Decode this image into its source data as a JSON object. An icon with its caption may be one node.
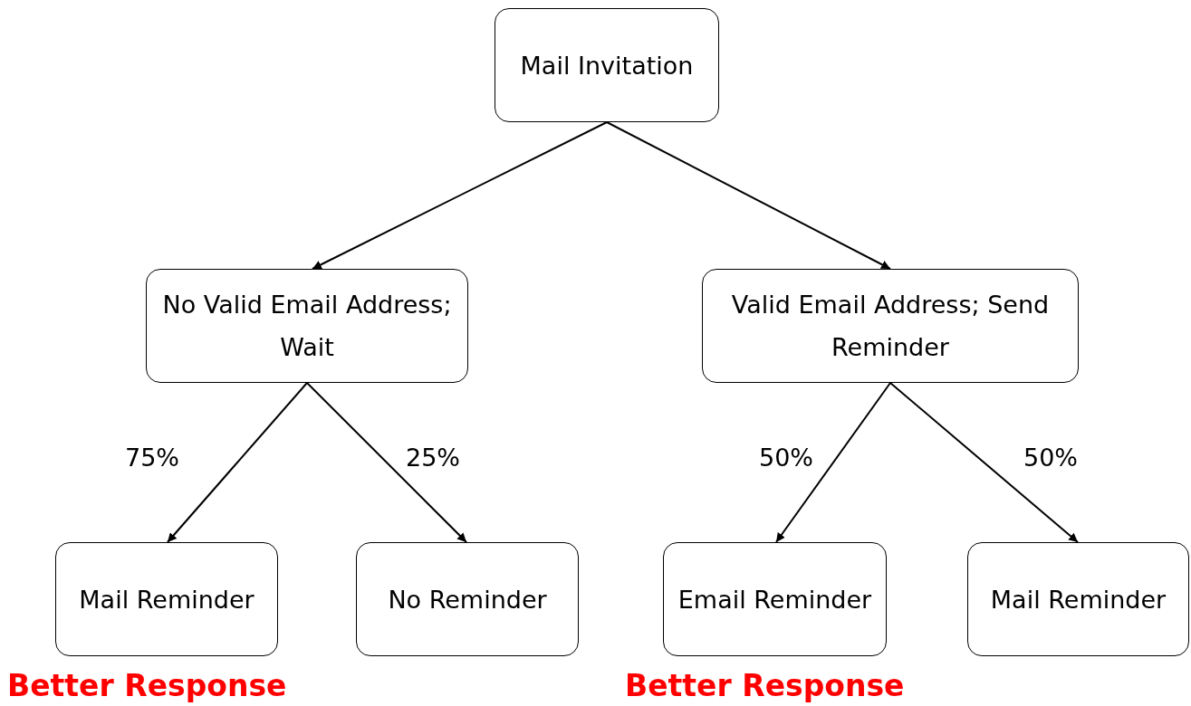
{
  "diagram": {
    "nodes": [
      {
        "text": [
          "Mail Invitation"
        ]
      },
      {
        "text": [
          "No Valid Email Address; Wait"
        ]
      },
      {
        "text": [
          "Valid Email Address; Send Reminder"
        ]
      },
      {
        "text": [
          "Mail Reminder"
        ],
        "beside": [
          "Better Response"
        ]
      },
      {
        "text": [
          "No Reminder"
        ]
      },
      {
        "text": [
          "Email Reminder"
        ],
        "beside": [
          "Better Response"
        ]
      },
      {
        "text": [
          "Mail Reminder"
        ]
      }
    ],
    "edges": [
      {
        "from": 0,
        "to": 1,
        "arrow": "to"
      },
      {
        "from": 0,
        "to": 2,
        "arrow": "to"
      },
      {
        "from": 1,
        "to": 3,
        "arrow": "to",
        "label": "75%"
      },
      {
        "from": 1,
        "to": 4,
        "arrow": "to",
        "label": "25%"
      },
      {
        "from": 2,
        "to": 5,
        "arrow": "to",
        "label": "50%"
      },
      {
        "from": 2,
        "to": 6,
        "arrow": "to",
        "label": "50%"
      }
    ]
  }
}
